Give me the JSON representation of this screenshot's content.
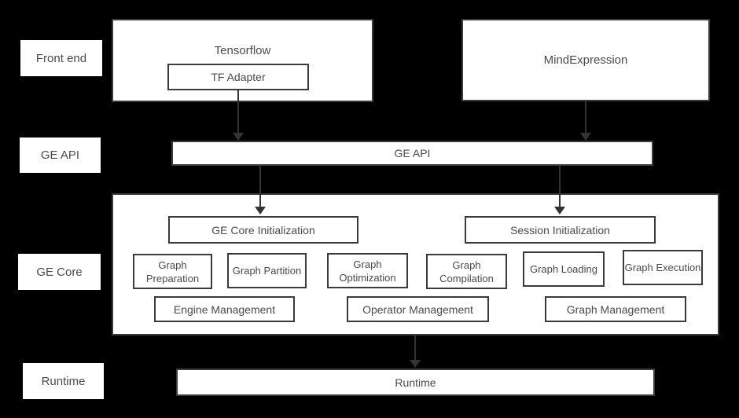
{
  "side_labels": {
    "front_end": "Front end",
    "ge_api": "GE API",
    "ge_core": "GE Core",
    "runtime": "Runtime"
  },
  "front_end": {
    "tensorflow_label": "Tensorflow",
    "tf_adapter_label": "TF Adapter",
    "mind_expression_label": "MindExpression"
  },
  "ge_api": {
    "label": "GE API"
  },
  "ge_core": {
    "ge_core_initialization": "GE Core Initialization",
    "session_initialization": "Session Initialization",
    "function_boxes": [
      "Graph Preparation",
      "Graph Partition",
      "Graph Optimization",
      "Graph Compilation",
      "Graph Loading",
      "Graph Execution"
    ],
    "management_boxes": [
      "Engine Management",
      "Operator Management",
      "Graph Management"
    ]
  },
  "runtime": {
    "label": "Runtime"
  },
  "colors": {
    "background": "#000000",
    "box_fill": "#ffffff",
    "border": "#3b3b3b",
    "text": "#4a4a4a",
    "arrow": "#333333"
  }
}
